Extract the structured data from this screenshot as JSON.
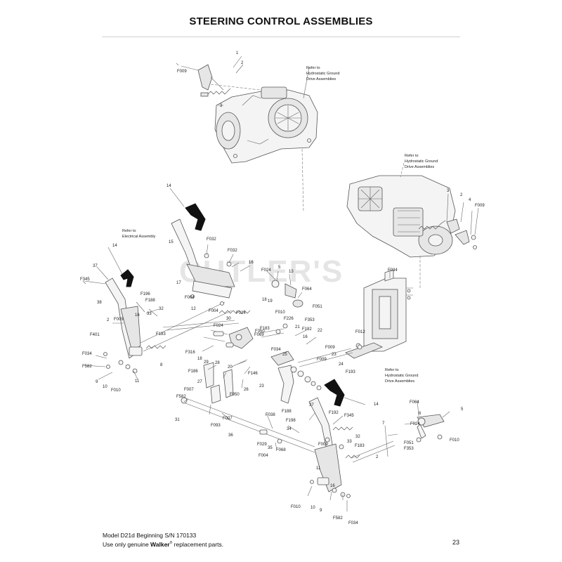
{
  "page": {
    "title": "STEERING CONTROL ASSEMBLIES",
    "watermark": "CUTLER'S",
    "footer": {
      "model": "Model D21d Beginning S/N 170133",
      "use_prefix": "Use only genuine ",
      "brand": "Walker",
      "registered": "®",
      "use_suffix": " replacement parts."
    },
    "page_number": "23"
  },
  "notes": {
    "hydro_1": [
      "Refer to",
      "Hydrostatic Ground",
      "Drive Assemblies"
    ],
    "hydro_2": [
      "Refer to",
      "Hydrostatic Ground",
      "Drive Assemblies"
    ],
    "hydro_3": [
      "Refer to",
      "Hydrostatic Ground",
      "Drive Assemblies"
    ],
    "electrical": [
      "Refer to",
      "Electrical Assembly"
    ]
  },
  "callouts": [
    {
      "id": "c1",
      "text": "1"
    },
    {
      "id": "c2",
      "text": "2"
    },
    {
      "id": "c3",
      "text": "3"
    },
    {
      "id": "c4",
      "text": "F009"
    },
    {
      "id": "c5",
      "text": "3"
    },
    {
      "id": "c6",
      "text": "2"
    },
    {
      "id": "c7",
      "text": "4"
    },
    {
      "id": "c8",
      "text": "F009"
    },
    {
      "id": "c9",
      "text": "14"
    },
    {
      "id": "c10",
      "text": "15"
    },
    {
      "id": "c11",
      "text": "F032"
    },
    {
      "id": "c12",
      "text": "F032"
    },
    {
      "id": "c13",
      "text": "16"
    },
    {
      "id": "c14",
      "text": "F024"
    },
    {
      "id": "c15",
      "text": "5"
    },
    {
      "id": "c16",
      "text": "13"
    },
    {
      "id": "c17",
      "text": "F034"
    },
    {
      "id": "c18",
      "text": "14"
    },
    {
      "id": "c19",
      "text": "37"
    },
    {
      "id": "c20",
      "text": "F345"
    },
    {
      "id": "c21",
      "text": "17"
    },
    {
      "id": "c22",
      "text": "F196"
    },
    {
      "id": "c23",
      "text": "F188"
    },
    {
      "id": "c24",
      "text": "38"
    },
    {
      "id": "c25",
      "text": "32"
    },
    {
      "id": "c26",
      "text": "F004"
    },
    {
      "id": "c27",
      "text": "F004"
    },
    {
      "id": "c28",
      "text": "F024"
    },
    {
      "id": "c29",
      "text": "18"
    },
    {
      "id": "c30",
      "text": "19"
    },
    {
      "id": "c31",
      "text": "F064"
    },
    {
      "id": "c32",
      "text": "F051"
    },
    {
      "id": "c33",
      "text": "F010"
    },
    {
      "id": "c34",
      "text": "F226"
    },
    {
      "id": "c35",
      "text": "F353"
    },
    {
      "id": "c36",
      "text": "2"
    },
    {
      "id": "c37",
      "text": "F009"
    },
    {
      "id": "c38",
      "text": "16"
    },
    {
      "id": "c39",
      "text": "33"
    },
    {
      "id": "c40",
      "text": "12"
    },
    {
      "id": "c41",
      "text": "30"
    },
    {
      "id": "c42",
      "text": "F024"
    },
    {
      "id": "c43",
      "text": "F183"
    },
    {
      "id": "c44",
      "text": "F350"
    },
    {
      "id": "c45",
      "text": "21"
    },
    {
      "id": "c46",
      "text": "F182"
    },
    {
      "id": "c47",
      "text": "22"
    },
    {
      "id": "c48",
      "text": "F401"
    },
    {
      "id": "c49",
      "text": "F183"
    },
    {
      "id": "c50",
      "text": "F069"
    },
    {
      "id": "c51",
      "text": "16"
    },
    {
      "id": "c52",
      "text": "F012"
    },
    {
      "id": "c53",
      "text": "F034"
    },
    {
      "id": "c54",
      "text": "F316"
    },
    {
      "id": "c55",
      "text": "F034"
    },
    {
      "id": "c56",
      "text": "F009"
    },
    {
      "id": "c57",
      "text": "F582"
    },
    {
      "id": "c58",
      "text": "8"
    },
    {
      "id": "c59",
      "text": "18"
    },
    {
      "id": "c60",
      "text": "29"
    },
    {
      "id": "c61",
      "text": "28"
    },
    {
      "id": "c62",
      "text": "20"
    },
    {
      "id": "c63",
      "text": "25"
    },
    {
      "id": "c64",
      "text": "F009"
    },
    {
      "id": "c65",
      "text": "23"
    },
    {
      "id": "c66",
      "text": "24"
    },
    {
      "id": "c67",
      "text": "F193"
    },
    {
      "id": "c68",
      "text": "9"
    },
    {
      "id": "c69",
      "text": "11"
    },
    {
      "id": "c70",
      "text": "F186"
    },
    {
      "id": "c71",
      "text": "F146"
    },
    {
      "id": "c72",
      "text": "10"
    },
    {
      "id": "c73",
      "text": "F010"
    },
    {
      "id": "c74",
      "text": "27"
    },
    {
      "id": "c75",
      "text": "26"
    },
    {
      "id": "c76",
      "text": "23"
    },
    {
      "id": "c77",
      "text": "F007"
    },
    {
      "id": "c78",
      "text": "F582"
    },
    {
      "id": "c79",
      "text": "F050"
    },
    {
      "id": "c80",
      "text": "F188"
    },
    {
      "id": "c81",
      "text": "37"
    },
    {
      "id": "c82",
      "text": "F345"
    },
    {
      "id": "c83",
      "text": "14"
    },
    {
      "id": "c84",
      "text": "F192"
    },
    {
      "id": "c85",
      "text": "F064"
    },
    {
      "id": "c86",
      "text": "31"
    },
    {
      "id": "c87",
      "text": "F007"
    },
    {
      "id": "c88",
      "text": "F093"
    },
    {
      "id": "c89",
      "text": "F038"
    },
    {
      "id": "c90",
      "text": "F198"
    },
    {
      "id": "c91",
      "text": "6"
    },
    {
      "id": "c92",
      "text": "5"
    },
    {
      "id": "c93",
      "text": "36"
    },
    {
      "id": "c94",
      "text": "34"
    },
    {
      "id": "c95",
      "text": "32"
    },
    {
      "id": "c96",
      "text": "7"
    },
    {
      "id": "c97",
      "text": "F024"
    },
    {
      "id": "c98",
      "text": "F010"
    },
    {
      "id": "c99",
      "text": "F029"
    },
    {
      "id": "c100",
      "text": "35"
    },
    {
      "id": "c101",
      "text": "F068"
    },
    {
      "id": "c102",
      "text": "F009"
    },
    {
      "id": "c103",
      "text": "33"
    },
    {
      "id": "c104",
      "text": "F183"
    },
    {
      "id": "c105",
      "text": "F051"
    },
    {
      "id": "c106",
      "text": "F353"
    },
    {
      "id": "c107",
      "text": "F004"
    },
    {
      "id": "c108",
      "text": "2"
    },
    {
      "id": "c109",
      "text": "11"
    },
    {
      "id": "c110",
      "text": "16"
    },
    {
      "id": "c111",
      "text": "F010"
    },
    {
      "id": "c112",
      "text": "10"
    },
    {
      "id": "c113",
      "text": "9"
    },
    {
      "id": "c114",
      "text": "F582"
    },
    {
      "id": "c115",
      "text": "F034"
    }
  ]
}
